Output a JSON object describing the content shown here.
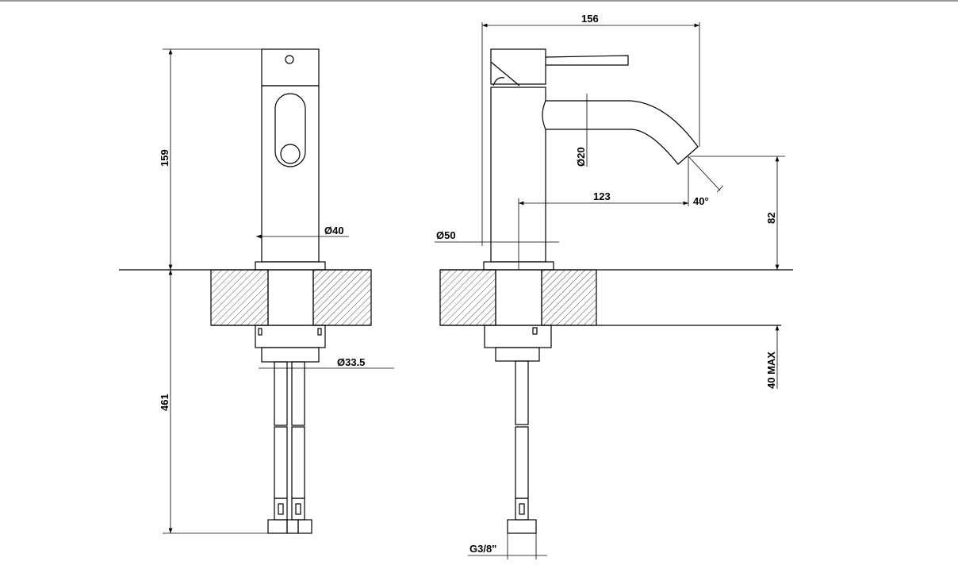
{
  "drawing": {
    "front_view": {
      "height_dim": "159",
      "below_dim": "461",
      "body_diameter": "Ø40",
      "shank_diameter": "Ø33.5"
    },
    "side_view": {
      "width_dim": "156",
      "spout_diameter": "Ø20",
      "reach_dim": "123",
      "angle": "40°",
      "spout_height": "82",
      "base_diameter": "Ø50",
      "max_thickness": "40 MAX",
      "thread": "G3/8\""
    }
  }
}
